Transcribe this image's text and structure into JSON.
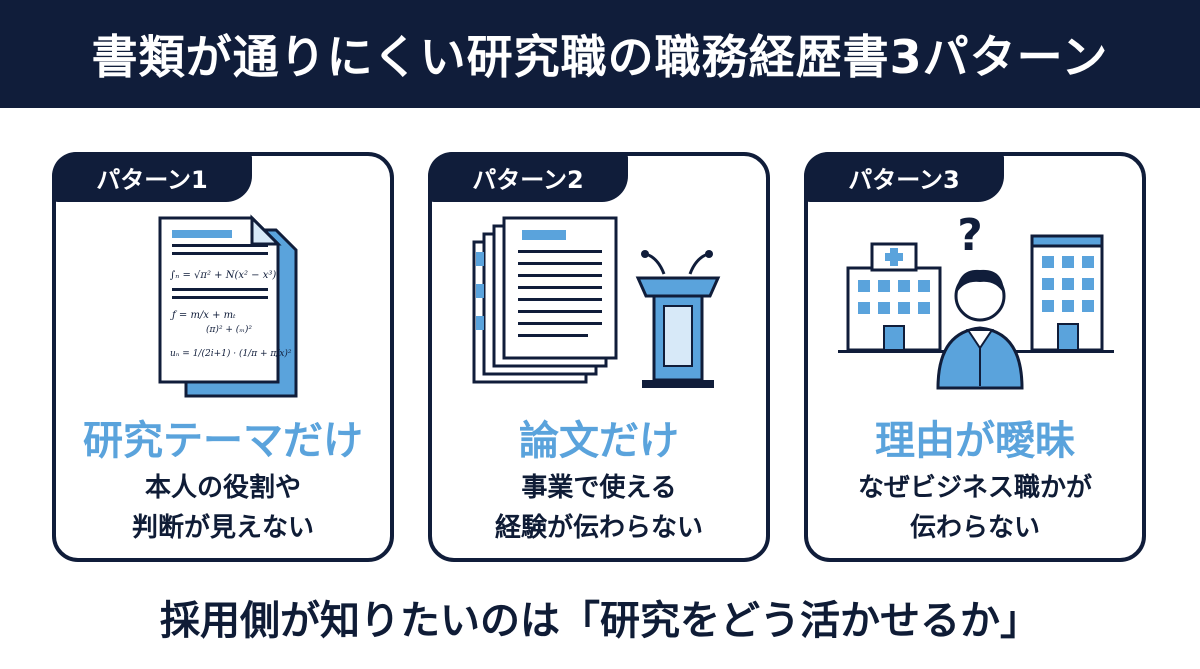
{
  "header": {
    "title": "書類が通りにくい研究職の職務経歴書3パターン"
  },
  "cards": [
    {
      "badge": "パターン1",
      "heading": "研究テーマだけ",
      "desc": [
        "本人の役割や",
        "判断が見えない"
      ],
      "icon": "formula-document-icon"
    },
    {
      "badge": "パターン2",
      "heading": "論文だけ",
      "desc": [
        "事業で使える",
        "経験が伝わらない"
      ],
      "icon": "papers-and-podium-icon"
    },
    {
      "badge": "パターン3",
      "heading": "理由が曖昧",
      "desc": [
        "なぜビジネス職かが",
        "伝わらない"
      ],
      "icon": "person-between-buildings-icon"
    }
  ],
  "formulas": {
    "f1": "∫ₙ = √π² + N(x² − x³)",
    "f2a": "ƒ = m/x + mₜ",
    "f2b": "(π)² + (ₘ)²",
    "f3": "uₙ = 1/(2i+1) · (1/π + π/x)²"
  },
  "question_mark": "?",
  "footer": {
    "text": "採用側が知りたいのは「研究をどう活かせるか」"
  },
  "colors": {
    "navy": "#101d3a",
    "accent_blue": "#5aa3dc",
    "light_blue": "#d7e9f8"
  }
}
